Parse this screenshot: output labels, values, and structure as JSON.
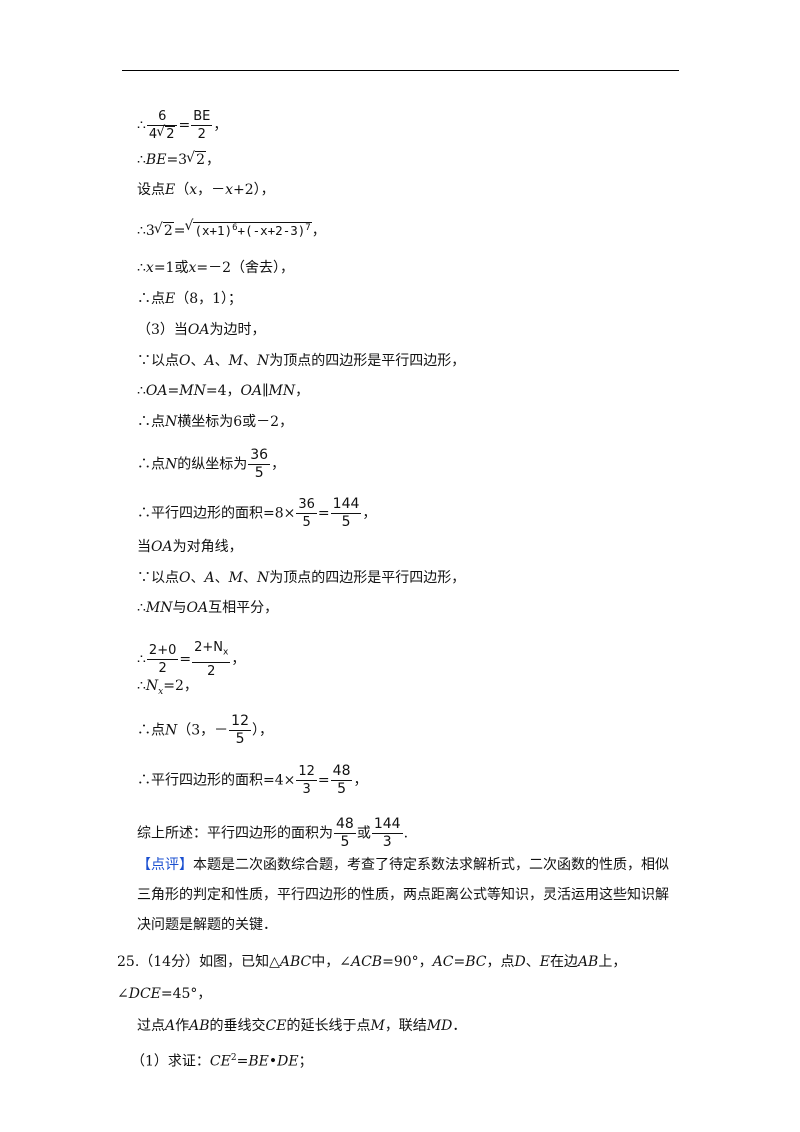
{
  "lines": {
    "l1": {
      "pre": "∴",
      "f1_num": "6",
      "f1_den_a": "4",
      "f1_den_b": "2",
      "eq": "=",
      "f2_num": "BE",
      "f2_den": "2",
      "post": "，"
    },
    "l2": {
      "pre": "∴",
      "var": "BE",
      "eq": "=3",
      "rad": "2",
      "post": "，"
    },
    "l3": {
      "text_a": "设点",
      "var": "E",
      "text_b": "（",
      "x": "x",
      "text_c": "，－",
      "x2": "x",
      "text_d": "+2），"
    },
    "l4": {
      "pre": "∴3",
      "rad": "2",
      "eq": "=",
      "big_rad_a": "(x+1)",
      "exp_a": "6",
      "big_rad_b": "+(-x+2-3)",
      "exp_b": "7",
      "post": "，"
    },
    "l5": {
      "pre": "∴",
      "x1": "x",
      "t1": "=1或",
      "x2": "x",
      "t2": "=－2（舍去），"
    },
    "l6": {
      "pre": "∴点",
      "var": "E",
      "post": "（8，1）；"
    },
    "l7": {
      "pre": "（3）当",
      "var": "OA",
      "post": "为边时，"
    },
    "l8": {
      "pre": "∵以点",
      "o": "O",
      "s1": "、",
      "a": "A",
      "s2": "、",
      "m": "M",
      "s3": "、",
      "n": "N",
      "post": "为顶点的四边形是平行四边形，"
    },
    "l9": {
      "pre": "∴",
      "v1": "OA",
      "t1": "=",
      "v2": "MN",
      "t2": "=4，",
      "v3": "OA",
      "t3": "∥",
      "v4": "MN",
      "post": "，"
    },
    "l10": {
      "pre": "∴点",
      "var": "N",
      "post": "横坐标为6或－2，"
    },
    "l11": {
      "pre": "∴点",
      "var": "N",
      "mid": "的纵坐标为",
      "num": "36",
      "den": "5",
      "post": "，"
    },
    "l12": {
      "pre": "∴平行四边形的面积=8×",
      "f1_num": "36",
      "f1_den": "5",
      "eq": "=",
      "f2_num": "144",
      "f2_den": "5",
      "post": "，"
    },
    "l13": {
      "pre": "当",
      "var": "OA",
      "post": "为对角线，"
    },
    "l14": {
      "pre": "∵以点",
      "o": "O",
      "s1": "、",
      "a": "A",
      "s2": "、",
      "m": "M",
      "s3": "、",
      "n": "N",
      "post": "为顶点的四边形是平行四边形，"
    },
    "l15": {
      "pre": "∴",
      "v1": "MN",
      "mid": "与",
      "v2": "OA",
      "post": "互相平分，"
    },
    "l16": {
      "pre": "∴",
      "f1_num": "2+0",
      "f1_den": "2",
      "eq": "=",
      "f2_num_a": "2+N",
      "f2_num_sub": "x",
      "f2_den": "2",
      "post": "，"
    },
    "l17": {
      "pre": "∴",
      "var": "N",
      "sub": "x",
      "post": "=2，"
    },
    "l18": {
      "pre": "∴点",
      "var": "N",
      "mid": "（3，－",
      "num": "12",
      "den": "5",
      "post": "），"
    },
    "l19": {
      "pre": "∴平行四边形的面积=4×",
      "f1_num": "12",
      "f1_den": "3",
      "eq": "=",
      "f2_num": "48",
      "f2_den": "5",
      "post": "，"
    },
    "l20": {
      "pre": "综上所述：平行四边形的面积为",
      "f1_num": "48",
      "f1_den": "5",
      "mid": "或",
      "f2_num": "144",
      "f2_den": "3",
      "post": "."
    }
  },
  "comment": {
    "tag": "【点评】",
    "text": "本题是二次函数综合题，考查了待定系数法求解析式，二次函数的性质，相似三角形的判定和性质，平行四边形的性质，两点距离公式等知识，灵活运用这些知识解决问题是解题的关键．"
  },
  "q25": {
    "l1_a": "25.（14分）如图，已知△",
    "abc": "ABC",
    "l1_b": "中，∠",
    "acb": "ACB",
    "l1_c": "=90°，",
    "ac": "AC",
    "l1_d": "=",
    "bc": "BC",
    "l1_e": "，点",
    "d": "D",
    "l1_f": "、",
    "e": "E",
    "l1_g": "在边",
    "ab": "AB",
    "l1_h": "上，∠",
    "dce": "DCE",
    "l1_i": "=45°，",
    "l2_a": "过点",
    "a": "A",
    "l2_b": "作",
    "ab2": "AB",
    "l2_c": "的垂线交",
    "ce": "CE",
    "l2_d": "的延长线于点",
    "m": "M",
    "l2_e": "，联结",
    "md": "MD",
    "l2_f": "．",
    "l3_a": "（1）求证：",
    "ce2": "CE",
    "sq": "2",
    "l3_b": "=",
    "be": "BE",
    "dot": "•",
    "de": "DE",
    "l3_c": "；"
  }
}
